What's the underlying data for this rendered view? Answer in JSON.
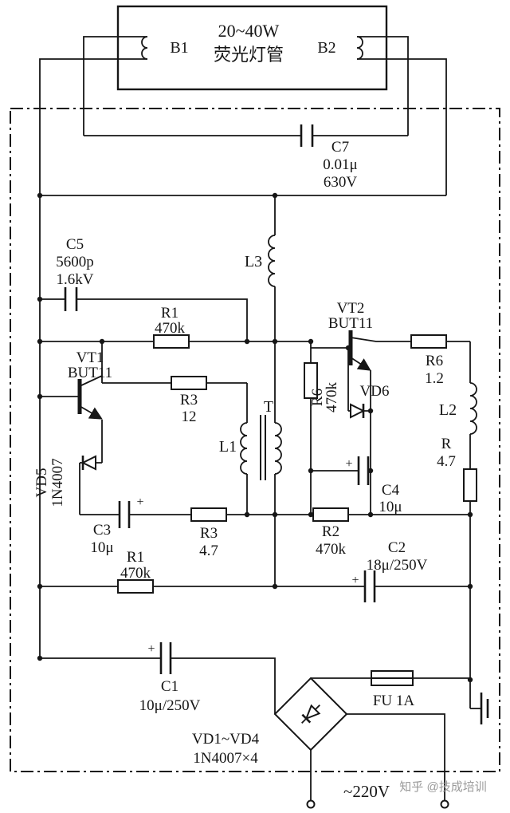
{
  "lamp": {
    "power": "20~40W",
    "name": "荧光灯管",
    "b1": "B1",
    "b2": "B2"
  },
  "comp": {
    "c7": {
      "ref": "C7",
      "v1": "0.01μ",
      "v2": "630V"
    },
    "c5": {
      "ref": "C5",
      "v1": "5600p",
      "v2": "1.6kV"
    },
    "l3": {
      "ref": "L3"
    },
    "r1_top": {
      "ref": "R1",
      "val": "470k"
    },
    "vt1": {
      "ref": "VT1",
      "type": "BUT11"
    },
    "vt2": {
      "ref": "VT2",
      "type": "BUT11"
    },
    "r3_base": {
      "ref": "R3",
      "val": "12"
    },
    "t": {
      "ref": "T"
    },
    "l1": {
      "ref": "L1"
    },
    "vd5": {
      "ref": "VD5",
      "type": "1N4007"
    },
    "c3": {
      "ref": "C3",
      "val": "10μ",
      "plus": "+"
    },
    "r3_em": {
      "ref": "R3",
      "val": "4.7"
    },
    "r6_base": {
      "ref": "R6",
      "val": "470k"
    },
    "vd6": {
      "ref": "VD6"
    },
    "r6_col": {
      "ref": "R6",
      "val": "1.2"
    },
    "l2": {
      "ref": "L2"
    },
    "r_em": {
      "ref": "R",
      "val": "4.7"
    },
    "c4": {
      "ref": "C4",
      "val": "10μ",
      "plus": "+"
    },
    "r2": {
      "ref": "R2",
      "val": "470k"
    },
    "c2": {
      "ref": "C2",
      "val": "18μ/250V",
      "plus": "+"
    },
    "r1_bot": {
      "ref": "R1",
      "val": "470k"
    },
    "c1": {
      "ref": "C1",
      "val": "10μ/250V",
      "plus": "+"
    },
    "bridge": {
      "ref": "VD1~VD4",
      "type": "1N4007×4"
    },
    "fuse": {
      "ref": "FU 1A"
    }
  },
  "power_input": {
    "label": "~220V"
  },
  "watermark": "知乎 @技成培训",
  "colors": {
    "ink": "#161616",
    "background": "#ffffff",
    "watermark": "#9a9a9a"
  }
}
